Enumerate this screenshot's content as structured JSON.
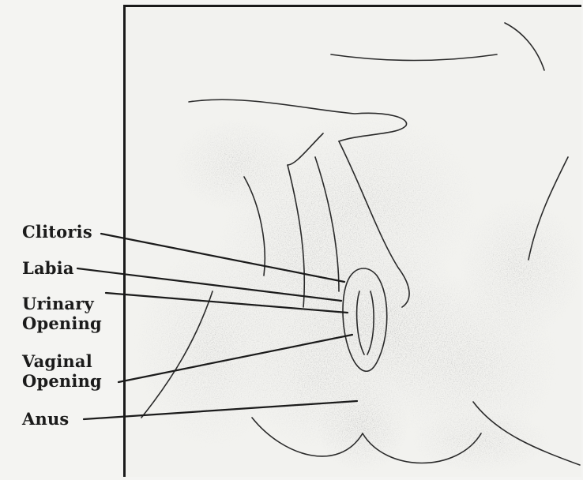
{
  "labels": {
    "clitoris": "Clitoris",
    "labia": "Labia",
    "urinary_line1": "Urinary",
    "urinary_line2": "Opening",
    "vaginal_line1": "Vaginal",
    "vaginal_line2": "Opening",
    "anus": "Anus"
  },
  "colors": {
    "ink": "#1b1b1b",
    "paper": "#f4f4f2"
  }
}
